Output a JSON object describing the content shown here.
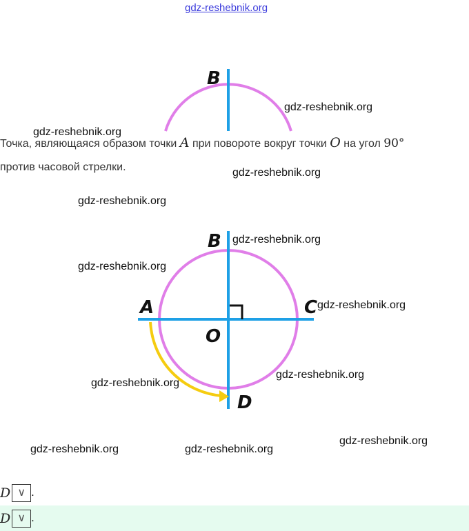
{
  "watermark": "gdz-reshebnik.org",
  "top_link": "gdz-reshebnik.org",
  "labels": {
    "A": "A",
    "B": "B",
    "C": "C",
    "D": "D",
    "O": "O"
  },
  "text": {
    "part1": "Точка, являющаяся образом точки ",
    "var_a": "A",
    "part2": " при повороте вокруг точки ",
    "var_o": "O",
    "part3": " на угол ",
    "angle": "90°",
    "line2": "против часовой стрелки."
  },
  "answers": [
    {
      "var": "D",
      "select": "∨",
      "end": "."
    },
    {
      "var": "D",
      "select": "∨",
      "end": ".",
      "highlighted": true
    }
  ],
  "colors": {
    "circle": "#e07ee8",
    "axis": "#1ea0e6",
    "arrow": "#f5cc10",
    "highlight": "#e5fbef"
  }
}
